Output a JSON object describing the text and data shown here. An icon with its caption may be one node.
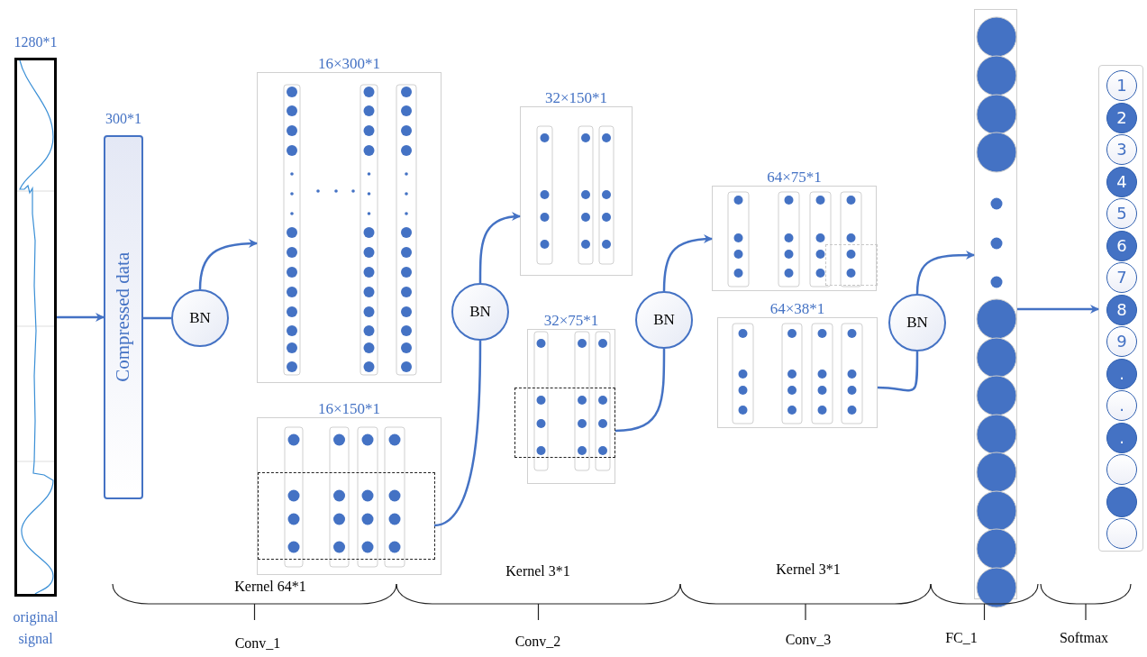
{
  "diagram": {
    "nodes": [
      {
        "text": [],
        "shape": "picture",
        "beside": [
          "1280*1",
          "original signal"
        ]
      },
      {
        "text": [
          "Compressed data"
        ],
        "beside": [
          "300*1"
        ]
      },
      {
        "text": [
          "BN"
        ]
      },
      {
        "text": [
          "16×300*1"
        ]
      },
      {
        "text": [
          "16×150*1"
        ]
      },
      {
        "text": [
          "BN"
        ]
      },
      {
        "text": [
          "32×150*1"
        ]
      },
      {
        "text": [
          "32×75*1"
        ]
      },
      {
        "text": [
          "BN"
        ]
      },
      {
        "text": [
          "64×75*1"
        ]
      },
      {
        "text": [
          "64×38*1"
        ]
      },
      {
        "text": [
          "BN"
        ]
      },
      {
        "text": [],
        "shape": "bar"
      },
      {
        "text": [],
        "shape": "bar"
      },
      {
        "text": [
          "1"
        ],
        "in": 13
      },
      {
        "text": [
          "2"
        ],
        "in": 13
      },
      {
        "text": [
          "3"
        ],
        "in": 13
      },
      {
        "text": [
          "4"
        ],
        "in": 13
      },
      {
        "text": [
          "5"
        ],
        "in": 13
      },
      {
        "text": [
          "6"
        ],
        "in": 13
      },
      {
        "text": [
          "7"
        ],
        "in": 13
      },
      {
        "text": [
          "8"
        ],
        "in": 13
      },
      {
        "text": [
          "9"
        ],
        "in": 13
      },
      {
        "text": [
          "."
        ],
        "in": 13
      },
      {
        "text": [
          "."
        ],
        "in": 13
      },
      {
        "text": [
          "."
        ],
        "in": 13
      },
      {
        "text": [],
        "shape": "circle",
        "in": 13
      },
      {
        "text": [],
        "shape": "circle",
        "in": 13
      },
      {
        "text": [],
        "shape": "circle",
        "in": 13
      },
      {
        "text": [],
        "shape": "box",
        "in": 4
      },
      {
        "text": [],
        "shape": "box"
      },
      {
        "text": [],
        "shape": "box",
        "in": 9
      }
    ],
    "edges": [
      {
        "from": 0,
        "to": 1,
        "arrow": "to"
      },
      {
        "from": 1,
        "to": 2,
        "arrow": "none"
      },
      {
        "from": 2,
        "to": 3,
        "arrow": "to"
      },
      {
        "from": 29,
        "to": 5,
        "arrow": "none"
      },
      {
        "from": 5,
        "to": 6,
        "arrow": "to"
      },
      {
        "from": 30,
        "to": 8,
        "arrow": "none"
      },
      {
        "from": 8,
        "to": 9,
        "arrow": "to"
      },
      {
        "from": 10,
        "to": 11,
        "arrow": "none"
      },
      {
        "from": 11,
        "to": 12,
        "arrow": "to"
      },
      {
        "from": 12,
        "to": 13,
        "arrow": "to"
      }
    ],
    "labels": [
      "Kernel 64*1",
      "Kernel 3*1",
      "Kernel 3*1",
      "Conv_1",
      "Conv_2",
      "Conv_3",
      "FC_1",
      "Softmax"
    ]
  }
}
